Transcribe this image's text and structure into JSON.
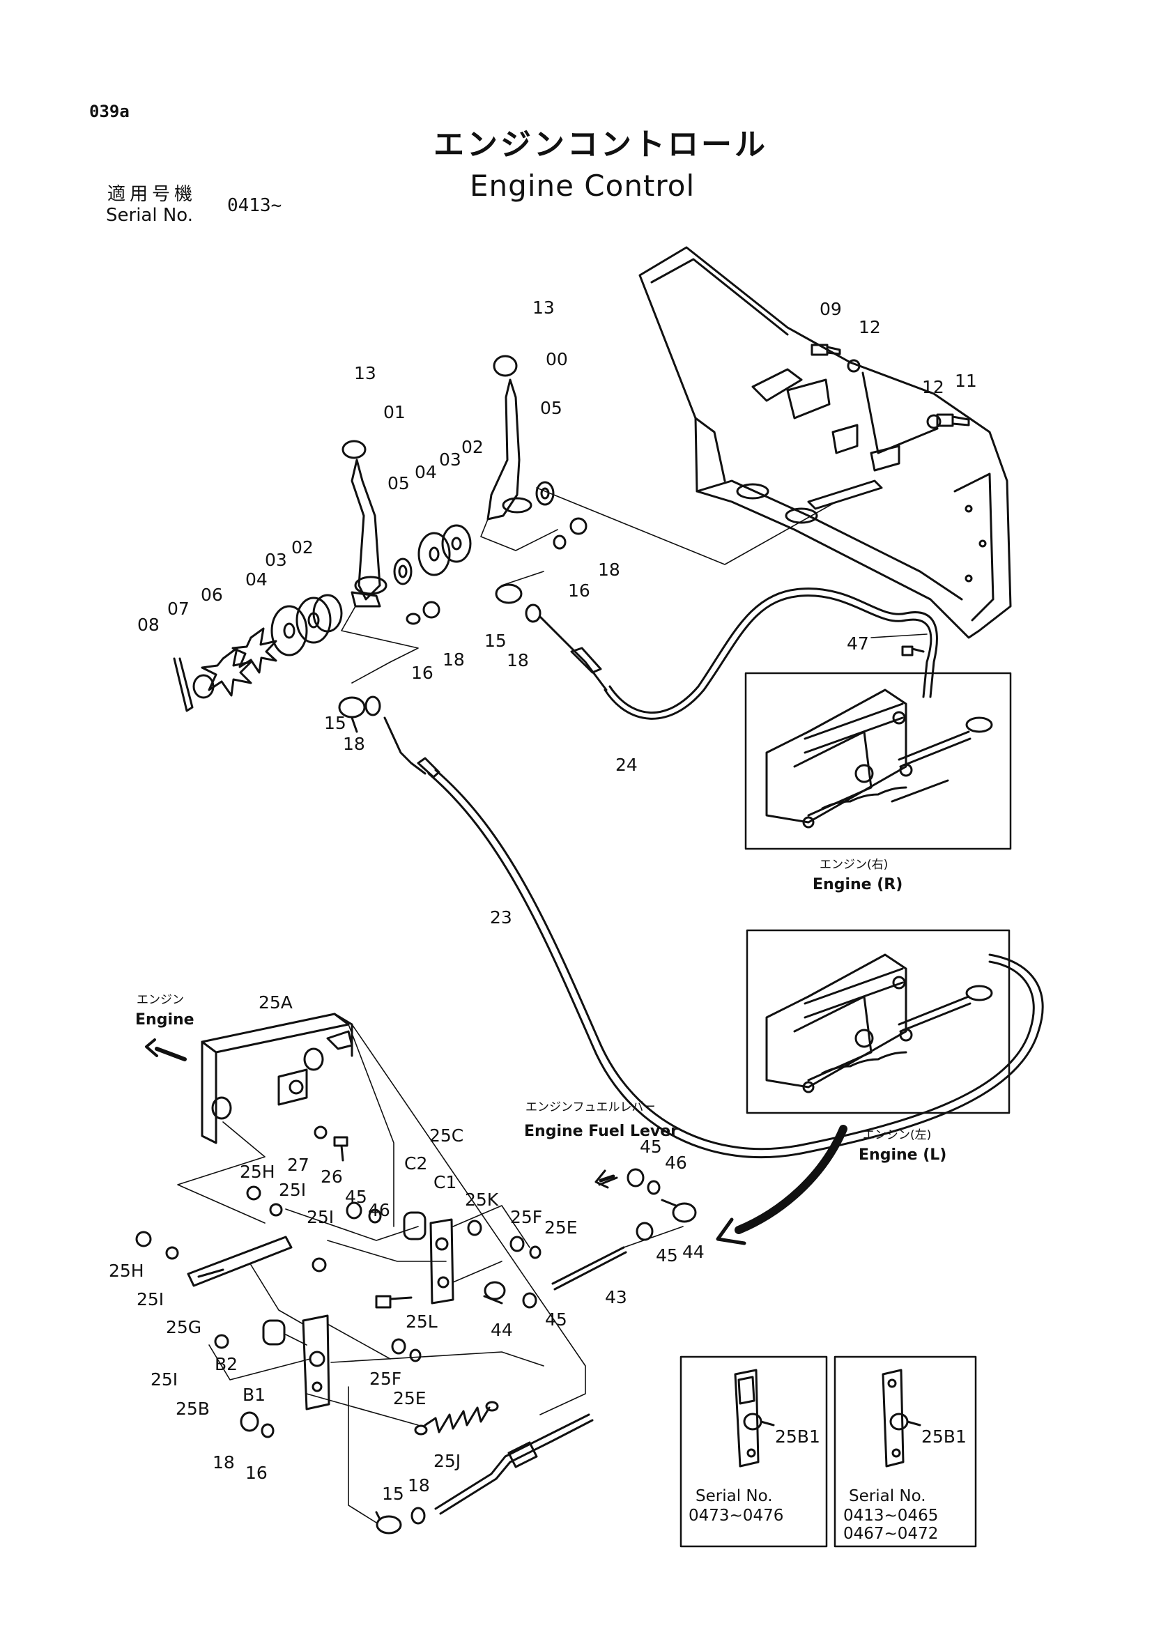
{
  "header": {
    "page_id": "039a",
    "title_jp": "エンジンコントロール",
    "title_en": "Engine Control",
    "serial_jp": "適用号機",
    "serial_en": "Serial No.",
    "serial_range": "0413~"
  },
  "captions": {
    "engine_r_jp": "エンジン(右)",
    "engine_r_en": "Engine (R)",
    "engine_l_jp": "エンジン(左)",
    "engine_l_en": "Engine (L)",
    "engine_jp": "エンジン",
    "engine_en": "Engine",
    "fuel_lever_jp": "エンジンフュエルレバー",
    "fuel_lever_en": "Engine Fuel Lever"
  },
  "insets": {
    "a_part": "25B1",
    "a_serial_label": "Serial No.",
    "a_serial_1": "0473~0476",
    "b_part": "25B1",
    "b_serial_label": "Serial No.",
    "b_serial_1": "0413~0465",
    "b_serial_2": "0467~0472"
  },
  "part_labels": [
    "13",
    "01",
    "05",
    "04",
    "03",
    "02",
    "03",
    "02",
    "04",
    "06",
    "07",
    "08",
    "16",
    "18",
    "15",
    "18",
    "13",
    "00",
    "05",
    "16",
    "18",
    "15",
    "18",
    "09",
    "12",
    "12",
    "11",
    "47",
    "24",
    "23",
    "25A",
    "25C",
    "C2",
    "C1",
    "27",
    "26",
    "25H",
    "25I",
    "25I",
    "45",
    "46",
    "25K",
    "25F",
    "25E",
    "45",
    "46",
    "44",
    "45",
    "43",
    "25H",
    "25I",
    "25G",
    "25L",
    "44",
    "45",
    "25I",
    "B2",
    "B1",
    "25B",
    "25F",
    "25E",
    "25J",
    "18",
    "16",
    "15",
    "18"
  ]
}
